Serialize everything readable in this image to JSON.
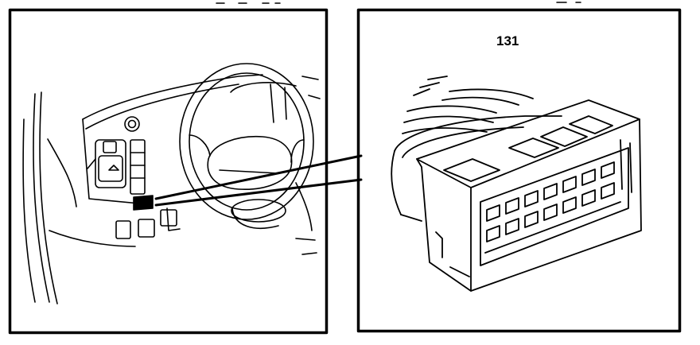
{
  "figure": {
    "connector_number": "131"
  },
  "panels": [
    {
      "id": "dashboard-panel",
      "content": "dashboard-location-view"
    },
    {
      "id": "connector-panel",
      "content": "connector-131-detail"
    }
  ],
  "colors": {
    "ink": "#000000",
    "paper": "#ffffff"
  }
}
